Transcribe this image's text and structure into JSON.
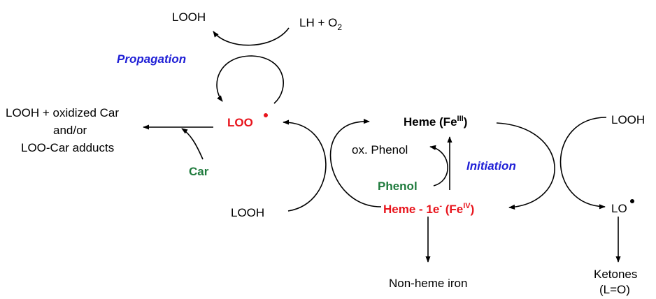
{
  "labels": {
    "looh_top": "LOOH",
    "lh_o2_main": "LH + O",
    "lh_o2_sub": "2",
    "propagation": "Propagation",
    "products_line1": "LOOH + oxidized Car",
    "products_line2": "and/or",
    "products_line3": "LOO-Car adducts",
    "loo_radical": "LOO",
    "car": "Car",
    "looh_left": "LOOH",
    "heme_fe3_main": "Heme (Fe",
    "heme_fe3_sup": "III",
    "heme_fe3_close": ")",
    "ox_phenol": "ox. Phenol",
    "initiation": "Initiation",
    "phenol": "Phenol",
    "heme_fe4_main": "Heme - 1e",
    "heme_fe4_minus": "-",
    "heme_fe4_mid": " (Fe",
    "heme_fe4_sup": "IV",
    "heme_fe4_close": ")",
    "non_heme_iron": "Non-heme iron",
    "looh_right": "LOOH",
    "lo_radical": "LO",
    "ketones_line1": "Ketones",
    "ketones_line2": "(L=O)"
  },
  "colors": {
    "propagation_blue": "#1f1fd6",
    "radical_red": "#e8141c",
    "reagent_green": "#1e7a3c",
    "black": "#000000"
  }
}
